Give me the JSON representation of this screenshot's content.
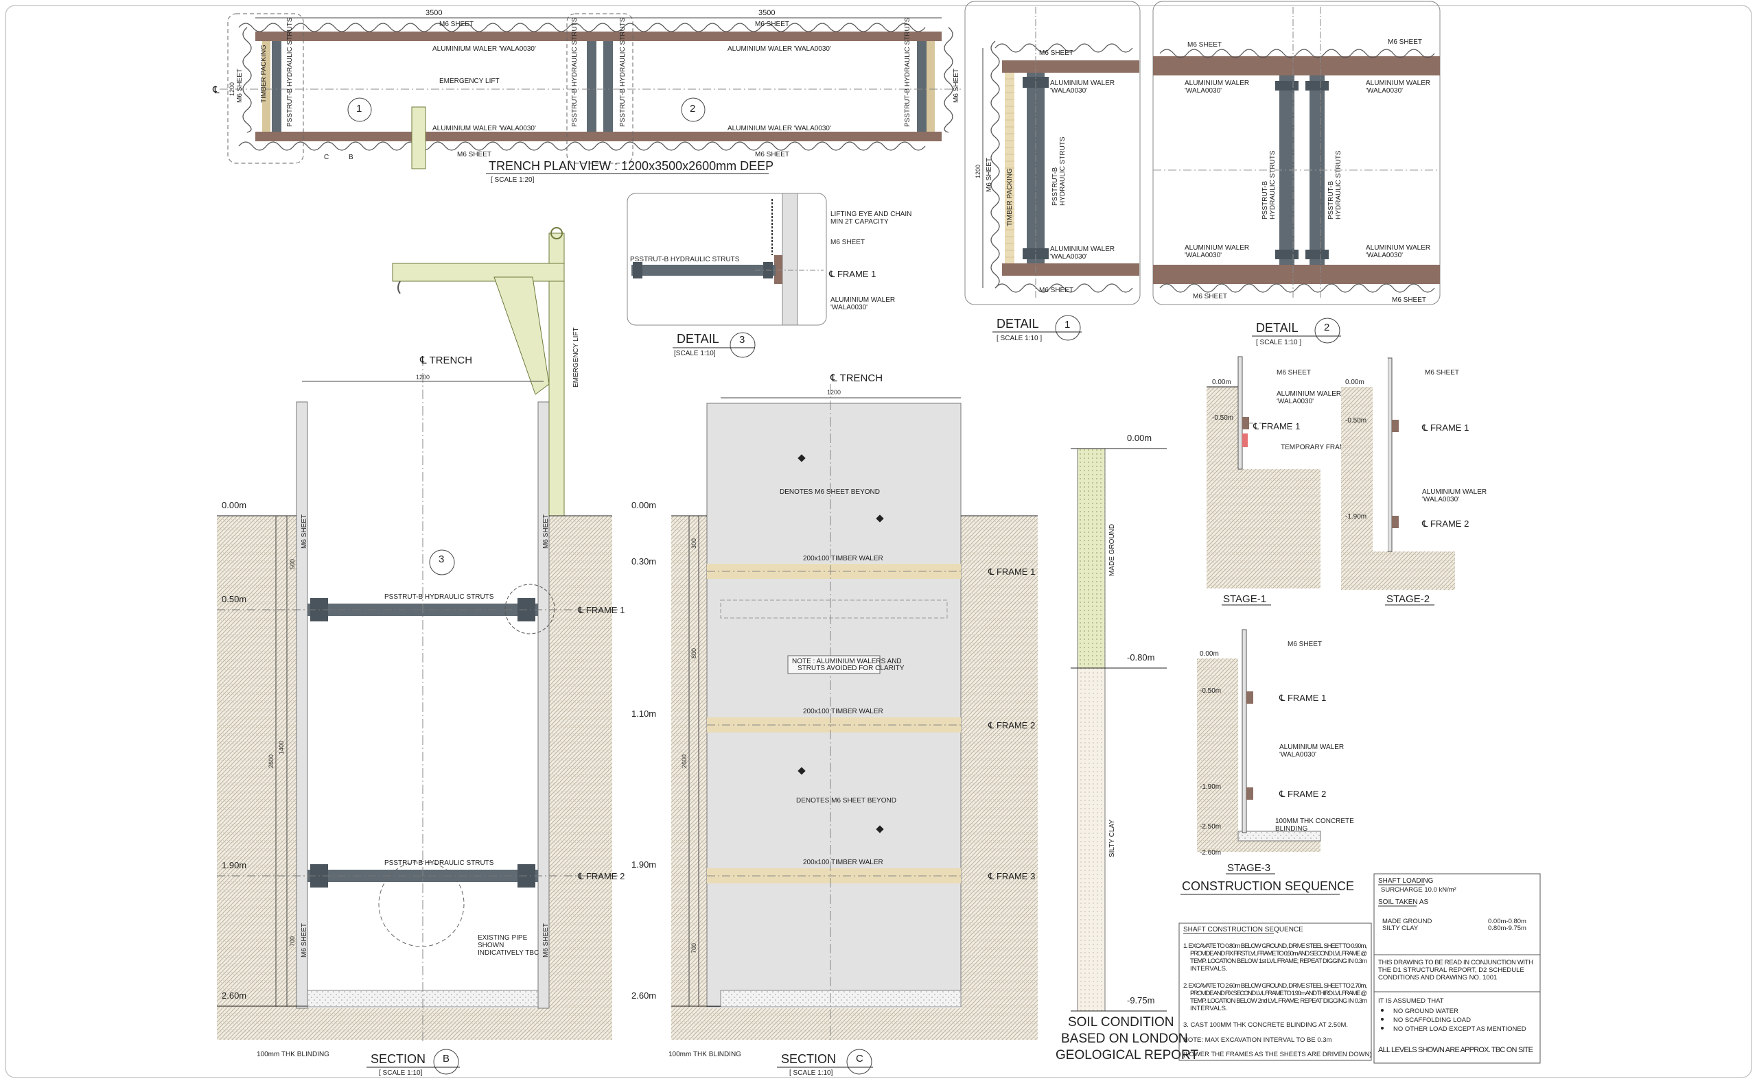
{
  "plan": {
    "title": "TRENCH PLAN VIEW : 1200x3500x2600mm DEEP",
    "scale": "[ SCALE 1:20]",
    "dim_1": "3500",
    "dim_2": "3500",
    "dim_width": "1200",
    "m6_sheet": "M6 SHEET",
    "waler": "ALUMINIUM WALER 'WALA0030'",
    "timber_packing": "TIMBER PACKING",
    "struts": "PSSTRUT-B HYDRAULIC STRUTS",
    "emergency_lift": "EMERGENCY LIFT",
    "bay_1": "1",
    "bay_2": "2",
    "cl": "℄",
    "cut_b": "B",
    "cut_c": "C"
  },
  "detail3": {
    "title": "DETAIL",
    "num": "3",
    "scale": "[SCALE 1:10]",
    "lifting": "LIFTING EYE AND CHAIN MIN 2T CAPACITY",
    "lifting_1": "LIFTING EYE AND CHAIN",
    "lifting_2": "MIN 2T CAPACITY",
    "sheet": "M6 SHEET",
    "frame": "℄ FRAME 1",
    "waler_1": "ALUMINIUM WALER",
    "waler_2": "'WALA0030'",
    "strut": "PSSTRUT-B HYDRAULIC  STRUTS"
  },
  "detail1": {
    "title": "DETAIL",
    "num": "1",
    "scale": "[ SCALE 1:10 ]",
    "sheet": "M6 SHEET",
    "waler_1": "ALUMINIUM WALER",
    "waler_2": "'WALA0030'",
    "timber": "TIMBER PACKING",
    "strut_1": "PSSTRUT-B",
    "strut_2": "HYDRAULIC STRUTS",
    "dim": "1200"
  },
  "detail2": {
    "title": "DETAIL",
    "num": "2",
    "scale": "[ SCALE 1:10 ]",
    "sheet": "M6 SHEET",
    "waler_1": "ALUMINIUM WALER",
    "waler_2": "'WALA0030'",
    "strut_1": "PSSTRUT-B",
    "strut_2": "HYDRAULIC STRUTS"
  },
  "sectionB": {
    "title": "SECTION",
    "num": "B",
    "scale": "[ SCALE 1:10]",
    "cl_trench": "℄ TRENCH",
    "width": "1200",
    "emergency_lift": "EMERGENCY LIFT",
    "level_0": "0.00m",
    "level_1": "0.50m",
    "level_2": "1.90m",
    "level_3": "2.60m",
    "m6_sheet": "M6 SHEET",
    "strut_label": "PSSTRUT-B HYDRAULIC  STRUTS",
    "frame_1": "℄ FRAME 1",
    "frame_2": "℄ FRAME 2",
    "pipe_1": "EXISTING PIPE",
    "pipe_2": "SHOWN",
    "pipe_3": "INDICATIVELY TBC",
    "blinding": "100mm THK BLINDING",
    "detail_ref": "3",
    "dim_500": "500",
    "dim_1400": "1400",
    "dim_700": "700",
    "dim_2600": "2600"
  },
  "sectionC": {
    "title": "SECTION",
    "num": "C",
    "scale": "[ SCALE 1:10]",
    "cl_trench": "℄ TRENCH",
    "width": "1200",
    "level_0": "0.00m",
    "level_1": "0.30m",
    "level_2": "1.10m",
    "level_3": "1.90m",
    "level_4": "2.60m",
    "waler": "200x100 TIMBER WALER",
    "frame_1": "℄ FRAME 1",
    "frame_2": "℄ FRAME 2",
    "frame_3": "℄ FRAME 3",
    "beyond": "DENOTES M6 SHEET BEYOND",
    "note_1": "NOTE : ALUMINIUM WALERS AND",
    "note_2": "STRUTS AVOIDED FOR CLARITY",
    "blinding": "100mm THK BLINDING",
    "dim_300": "300",
    "dim_800": "800",
    "dim_2600": "2600",
    "dim_700": "700"
  },
  "soil": {
    "level_top": "0.00m",
    "level_mid": "-0.80m",
    "level_bot": "-9.75m",
    "layer_1": "MADE GROUND",
    "layer_2": "SILTY CLAY",
    "title_1": "SOIL CONDITION",
    "title_2": "BASED ON LONDON",
    "title_3": "GEOLOGICAL REPORT"
  },
  "stages": {
    "stage1": "STAGE-1",
    "stage2": "STAGE-2",
    "stage3": "STAGE-3",
    "title": "CONSTRUCTION SEQUENCE",
    "m6": "M6 SHEET",
    "waler_1": "ALUMINIUM WALER",
    "waler_2": "'WALA0030'",
    "frame_1": "℄ FRAME 1",
    "frame_2": "℄ FRAME 2",
    "temp_frame": "TEMPORARY FRAME",
    "lvl_0": "0.00m",
    "lvl_050": "-0.50m",
    "lvl_190": "-1.90m",
    "lvl_250": "-2.50m",
    "lvl_260": "-2.60m",
    "concrete_1": "100MM THK CONCRETE",
    "concrete_2": "BLINDING"
  },
  "notes": {
    "seq_title": "SHAFT CONSTRUCTION SEQUENCE",
    "seq_1a": "1.  EXCAVATE TO 0.80m BELOW GROUND, DRIVE STEEL SHEET TO 0.90m,",
    "seq_1b": "PROVIDE AND FIX FIRST LVL FRAME TO 0.50m AND SECOND LVL FRAME @",
    "seq_1c": "TEMP. LOCATION BELOW 1st LVL FRAME; REPEAT DIGGING IN 0.3m",
    "seq_1d": "INTERVALS.",
    "seq_2a": "2.  EXCAVATE TO 2.60m BELOW GROUND, DRIVE STEEL SHEET TO 2.70m,",
    "seq_2b": "PROVIDE AND FIX SECOND LVL FRAME TO 1.90m AND THIRD LVL FRAME @",
    "seq_2c": "TEMP. LOCATION BELOW 2nd LVL FRAME; REPEAT DIGGING IN 0.3m",
    "seq_2d": "INTERVALS.",
    "seq_3": "3.  CAST 100MM THK CONCRETE BLINDING AT 2.50M.",
    "seq_note": "NOTE:   MAX EXCAVATION INTERVAL TO BE 0.3m",
    "seq_lower": "(LOWER THE FRAMES AS THE SHEETS ARE DRIVEN DOWN)",
    "loading_title": "SHAFT LOADING",
    "surcharge": "SURCHARGE 10.0 kN/m²",
    "soil_taken": "SOIL TAKEN AS",
    "made_ground": "MADE GROUND",
    "made_ground_v": "0.00m-0.80m",
    "silty_clay": "SILTY CLAY",
    "silty_clay_v": "0.80m-9.75m",
    "read_1": "THIS DRAWING TO BE READ IN CONJUNCTION WITH",
    "read_2": "THE D1 STRUCTURAL REPORT, D2 SCHEDULE",
    "read_3": "CONDITIONS AND DRAWING NO. 1001",
    "assumed": "IT IS ASSUMED THAT",
    "a1": "NO GROUND WATER",
    "a2": "NO SCAFFOLDING LOAD",
    "a3": "NO OTHER LOAD EXCEPT AS MENTIONED",
    "levels": "ALL LEVELS SHOWN ARE APPROX. TBC ON SITE"
  },
  "colors": {
    "waler": "#8d6e63",
    "strut": "#5f6a72",
    "timber": "#d8c79c",
    "soil": "#efeae0",
    "made_ground": "#e6ebc4",
    "sheet_fill": "#e2e2e2"
  }
}
